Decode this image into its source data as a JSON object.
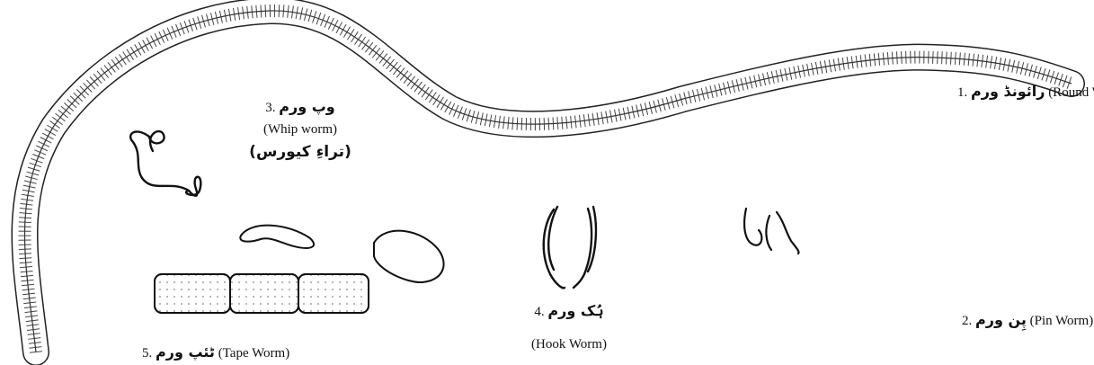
{
  "labels": {
    "round": {
      "number": "1.",
      "urdu": "رائونڈ ورم",
      "english": "(Round Worm)"
    },
    "pin": {
      "number": "2.",
      "urdu": "پِن ورم",
      "english": "(Pin Worm)"
    },
    "whip": {
      "number": "3.",
      "urdu": "وپ ورم",
      "english": "(Whip worm)",
      "urdu_alt": "(تراءِ کیورس)"
    },
    "hook": {
      "number": "4.",
      "urdu": "ہُک ورم",
      "english": "(Hook Worm)"
    },
    "tape": {
      "number": "5.",
      "urdu": "ٹئپ ورم",
      "english": "(Tape Worm)"
    }
  }
}
